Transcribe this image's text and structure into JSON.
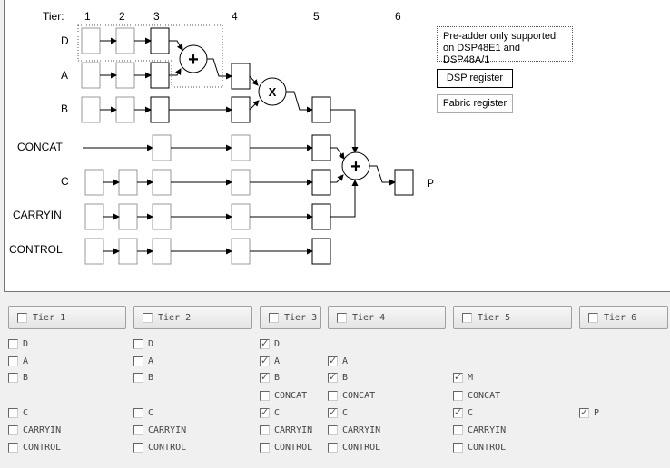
{
  "diagram": {
    "tier_header": "Tier:",
    "tiers": [
      "1",
      "2",
      "3",
      "4",
      "5",
      "6"
    ],
    "rows": [
      "D",
      "A",
      "B",
      "CONCAT",
      "C",
      "CARRYIN",
      "CONTROL"
    ],
    "output_label": "P",
    "preadder_symbol": "+",
    "multiplier_symbol": "X",
    "postadder_symbol": "+"
  },
  "legend": {
    "preadder_note": "Pre-adder only supported on DSP48E1 and DSP48A/1",
    "dsp_register": "DSP register",
    "fabric_register": "Fabric register"
  },
  "controls": {
    "groups": [
      {
        "label": "Tier 1",
        "checked": false,
        "options": [
          {
            "label": "D",
            "checked": false
          },
          {
            "label": "A",
            "checked": false
          },
          {
            "label": "B",
            "checked": false
          },
          {
            "label": "C",
            "checked": false
          },
          {
            "label": "CARRYIN",
            "checked": false
          },
          {
            "label": "CONTROL",
            "checked": false
          }
        ]
      },
      {
        "label": "Tier 2",
        "checked": false,
        "options": [
          {
            "label": "D",
            "checked": false
          },
          {
            "label": "A",
            "checked": false
          },
          {
            "label": "B",
            "checked": false
          },
          {
            "label": "C",
            "checked": false
          },
          {
            "label": "CARRYIN",
            "checked": false
          },
          {
            "label": "CONTROL",
            "checked": false
          }
        ]
      },
      {
        "label": "Tier 3",
        "checked": false,
        "options": [
          {
            "label": "D",
            "checked": true
          },
          {
            "label": "A",
            "checked": true
          },
          {
            "label": "B",
            "checked": true
          },
          {
            "label": "CONCAT",
            "checked": false
          },
          {
            "label": "C",
            "checked": true
          },
          {
            "label": "CARRYIN",
            "checked": false
          },
          {
            "label": "CONTROL",
            "checked": false
          }
        ]
      },
      {
        "label": "Tier 4",
        "checked": false,
        "options": [
          {
            "label": "A",
            "checked": true
          },
          {
            "label": "B",
            "checked": true
          },
          {
            "label": "CONCAT",
            "checked": false
          },
          {
            "label": "C",
            "checked": true
          },
          {
            "label": "CARRYIN",
            "checked": false
          },
          {
            "label": "CONTROL",
            "checked": false
          }
        ]
      },
      {
        "label": "Tier 5",
        "checked": false,
        "options": [
          {
            "label": "M",
            "checked": true
          },
          {
            "label": "CONCAT",
            "checked": false
          },
          {
            "label": "C",
            "checked": true
          },
          {
            "label": "CARRYIN",
            "checked": false
          },
          {
            "label": "CONTROL",
            "checked": false
          }
        ]
      },
      {
        "label": "Tier 6",
        "checked": false,
        "options": [
          {
            "label": "P",
            "checked": true
          }
        ]
      }
    ]
  }
}
